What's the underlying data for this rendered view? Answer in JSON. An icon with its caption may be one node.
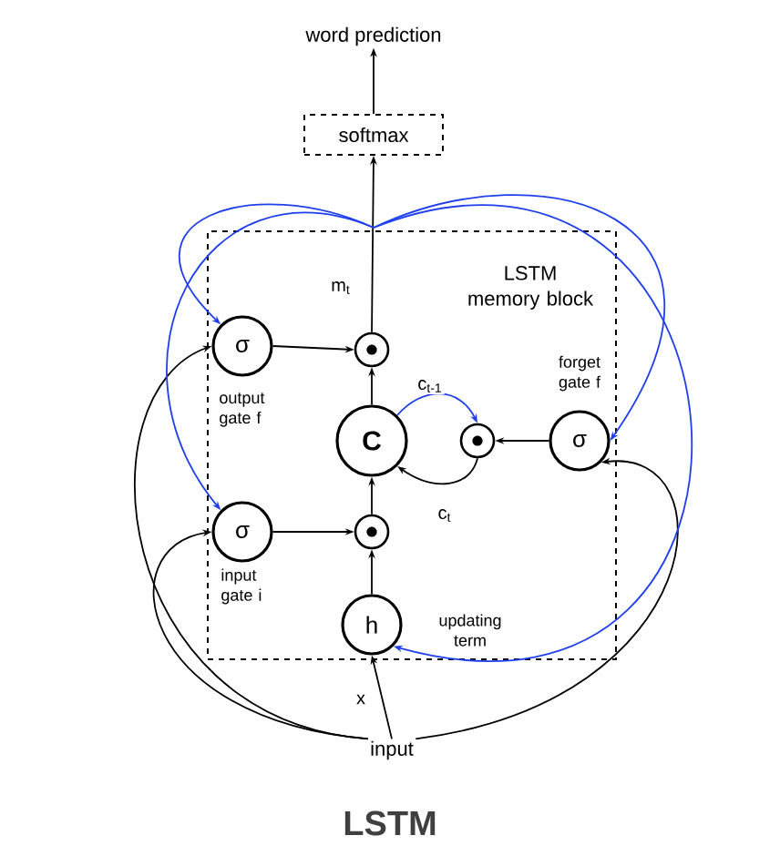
{
  "diagram": {
    "caption": "LSTM",
    "nodes": [
      {
        "text": [
          "word prediction"
        ]
      },
      {
        "text": [
          "softmax"
        ]
      },
      {
        "text": [
          "LSTM memory block"
        ]
      },
      {
        "text": [
          "σ"
        ],
        "in": 2,
        "beside": [
          "output gate f"
        ]
      },
      {
        "text": [],
        "shape": "circle",
        "in": 2
      },
      {
        "text": [
          "C"
        ],
        "in": 2
      },
      {
        "text": [],
        "shape": "circle",
        "in": 2
      },
      {
        "text": [
          "σ"
        ],
        "in": 2,
        "beside": [
          "forget gate f"
        ]
      },
      {
        "text": [
          "σ"
        ],
        "in": 2,
        "beside": [
          "input gate i"
        ]
      },
      {
        "text": [],
        "shape": "circle",
        "in": 2
      },
      {
        "text": [
          "h"
        ],
        "in": 2,
        "beside": [
          "updating term"
        ]
      },
      {
        "text": [
          "input"
        ]
      }
    ],
    "edges": [
      {
        "from": 1,
        "to": 0,
        "arrow": "to"
      },
      {
        "from": 4,
        "to": 1,
        "arrow": "to",
        "label": "m$_{t}$"
      },
      {
        "from": 3,
        "to": 4,
        "arrow": "to"
      },
      {
        "from": 5,
        "to": 4,
        "arrow": "to"
      },
      {
        "from": 7,
        "to": 6,
        "arrow": "to"
      },
      {
        "from": 5,
        "to": 6,
        "arrow": "to",
        "label": "c$_{t-1}$",
        "color": "#1f3fef"
      },
      {
        "from": 6,
        "to": 5,
        "arrow": "to",
        "label": "c$_{t}$"
      },
      {
        "from": 8,
        "to": 9,
        "arrow": "to"
      },
      {
        "from": 9,
        "to": 5,
        "arrow": "to"
      },
      {
        "from": 10,
        "to": 9,
        "arrow": "to"
      },
      {
        "from": 11,
        "to": 10,
        "arrow": "to",
        "label": "x"
      },
      {
        "from": 11,
        "to": 3,
        "arrow": "to"
      },
      {
        "from": 11,
        "to": 8,
        "arrow": "to"
      },
      {
        "from": 11,
        "to": 7,
        "arrow": "to"
      },
      {
        "from": null,
        "to": 3,
        "arrow": "to",
        "color": "#1f3fef"
      },
      {
        "from": null,
        "to": 8,
        "arrow": "to",
        "color": "#1f3fef"
      },
      {
        "from": null,
        "to": 7,
        "arrow": "to",
        "color": "#1f3fef"
      },
      {
        "from": null,
        "to": 10,
        "arrow": "to",
        "color": "#1f3fef"
      }
    ]
  }
}
